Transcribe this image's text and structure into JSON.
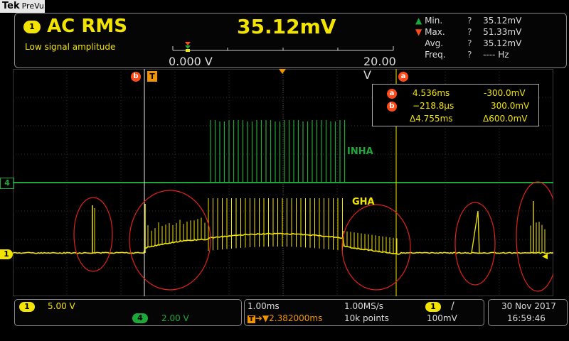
{
  "brand": {
    "name": "Tek",
    "mode": "PreVu"
  },
  "measurement": {
    "channel": "1",
    "name": "AC RMS",
    "value": "35.12mV",
    "note": "Low signal amplitude",
    "scale_left": "0.000 V",
    "scale_right": "20.00 V",
    "stats": [
      {
        "label": "Min.",
        "q": "?",
        "value": "35.12mV"
      },
      {
        "label": "Max.",
        "q": "?",
        "value": "51.33mV"
      },
      {
        "label": "Avg.",
        "q": "?",
        "value": "35.12mV"
      },
      {
        "label": "Freq.",
        "q": "?",
        "value": "---- Hz"
      }
    ]
  },
  "cursors": {
    "a_label": "a",
    "b_label": "b",
    "trigger_label": "T",
    "a_time": "4.536ms",
    "a_volt": "-300.0mV",
    "b_time": "−218.8µs",
    "b_volt": "300.0mV",
    "delta_time": "Δ4.755ms",
    "delta_volt": "Δ600.0mV"
  },
  "traces": {
    "inha_label": "INHA",
    "gha_label": "GHA",
    "ch4_marker": "4",
    "ch1_marker": "1",
    "inha_color": "#1fa83a",
    "gha_color": "#f2e400"
  },
  "bottom": {
    "ch1_badge": "1",
    "ch1_scale": "5.00 V",
    "ch4_badge": "4",
    "ch4_scale": "2.00 V",
    "timebase": "1.00ms",
    "sample_rate": "1.00MS/s",
    "trigger_pos": "▼2.382000ms",
    "points": "10k points",
    "trig_badge": "1",
    "trig_slope": "/",
    "trig_level": "100mV",
    "date": "30 Nov 2017",
    "time": "16:59:46"
  }
}
